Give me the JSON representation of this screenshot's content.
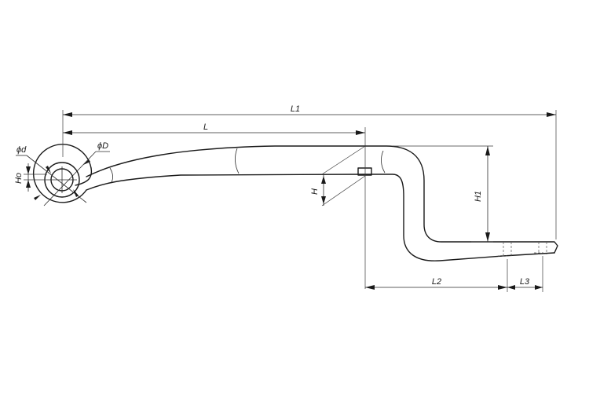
{
  "dimensions": {
    "overall_length": "L1",
    "main_length": "L",
    "drop_height": "H",
    "step_height": "H1",
    "offset_length": "L2",
    "end_length": "L3",
    "eye_inner_diameter": "ϕd",
    "eye_outer_diameter": "ϕD",
    "eye_center_offset": "Ho"
  },
  "colors": {
    "line": "#1a1a1a",
    "background": "#ffffff"
  }
}
